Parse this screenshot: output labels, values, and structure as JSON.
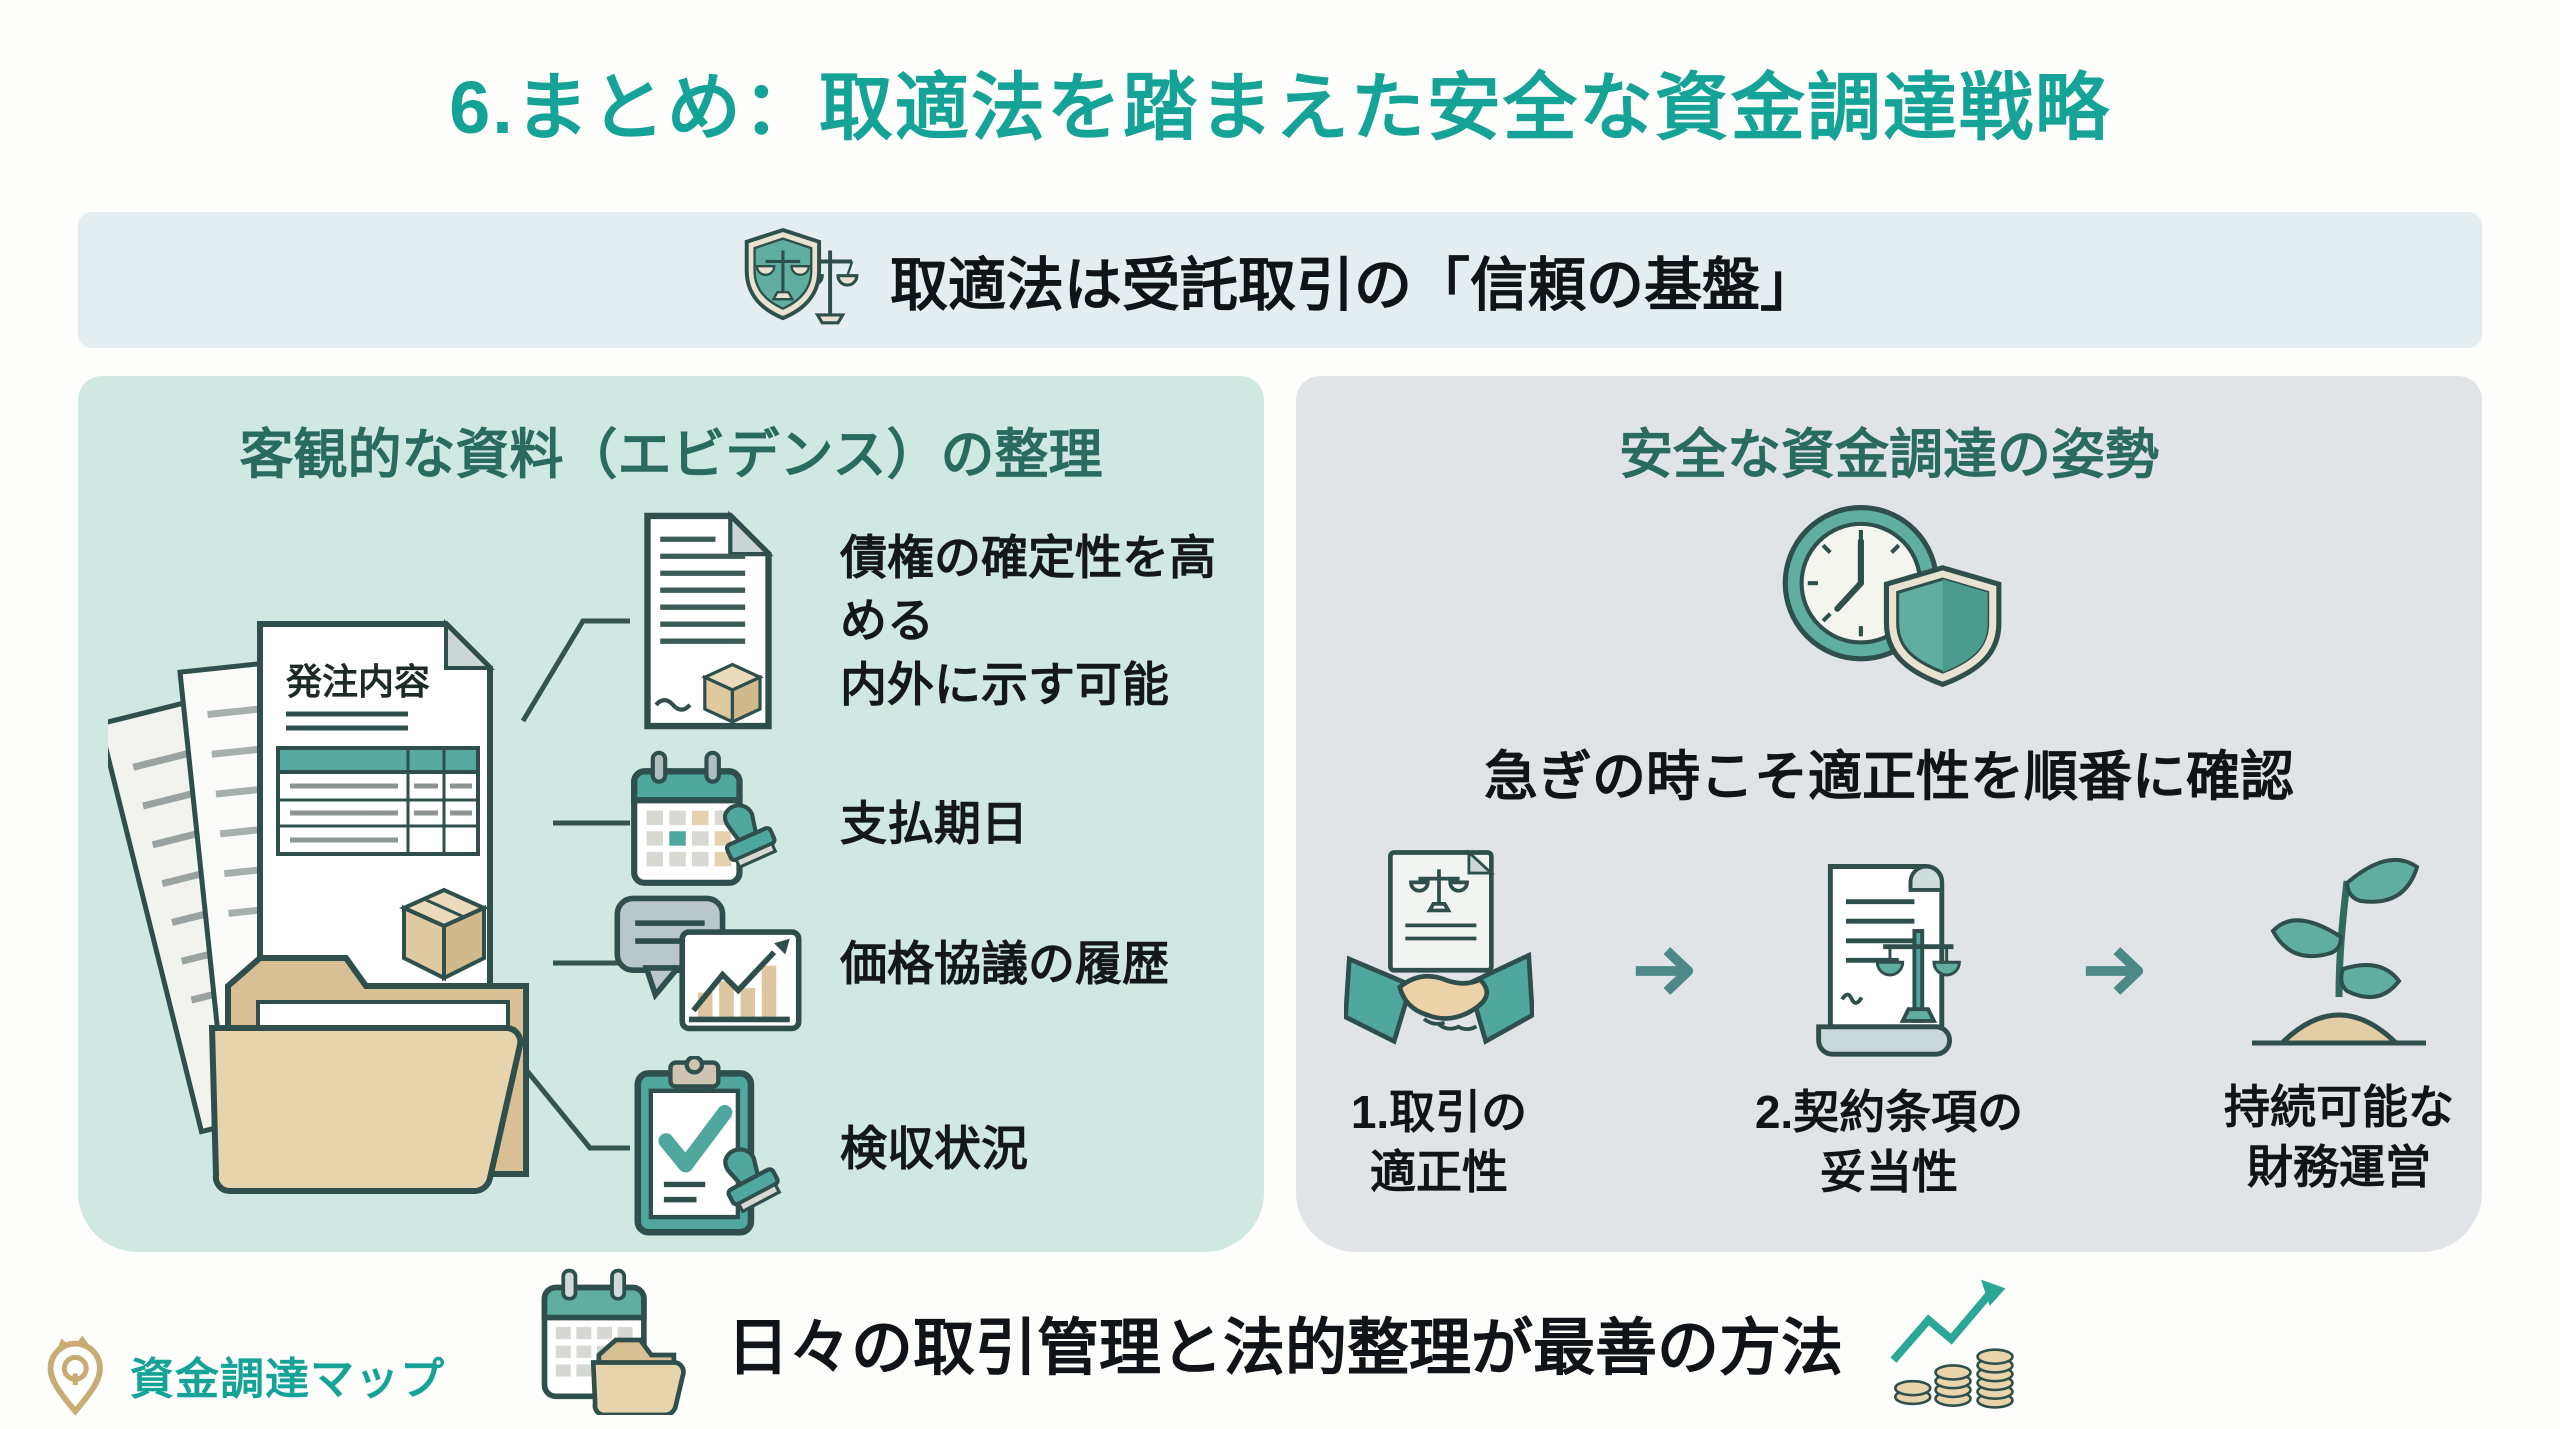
{
  "page": {
    "title": "6.まとめ：取適法を踏まえた安全な資金調達戦略"
  },
  "banner": {
    "icon": "shield-scales-icon",
    "text": "取適法は受託取引の「信頼の基盤」"
  },
  "left_panel": {
    "title": "客観的な資料（エビデンス）の整理",
    "illustration": "folder-documents-illustration",
    "document_label": "発注内容",
    "items": [
      {
        "icon": "document-box-icon",
        "text": "債権の確定性を高める\n内外に示す可能"
      },
      {
        "icon": "calendar-stamp-icon",
        "text": "支払期日"
      },
      {
        "icon": "chat-chart-icon",
        "text": "価格協議の履歴"
      },
      {
        "icon": "clipboard-check-stamp-icon",
        "text": "検収状況"
      }
    ]
  },
  "right_panel": {
    "title": "安全な資金調達の姿勢",
    "icon": "clock-shield-icon",
    "subtitle": "急ぎの時こそ適正性を順番に確認",
    "steps": [
      {
        "icon": "handshake-document-icon",
        "label": "1.取引の\n適正性"
      },
      {
        "icon": "contract-scales-icon",
        "label": "2.契約条項の\n妥当性"
      },
      {
        "icon": "plant-growth-icon",
        "label": "持続可能な\n財務運営"
      }
    ],
    "arrow_icon": "arrow-right-icon"
  },
  "footer": {
    "left_icon": "calendar-folder-icon",
    "text": "日々の取引管理と法的整理が最善の方法",
    "right_icon": "coins-growth-icon"
  },
  "logo": {
    "icon": "map-pin-crown-icon",
    "text": "資金調達マップ"
  },
  "colors": {
    "accent_teal": "#14a396",
    "dark_teal_heading": "#2a6b60",
    "panel_mint": "#cfe8e1",
    "panel_gray": "#e0e4e6",
    "banner_bg": "#e4eef0",
    "outline_dark": "#2e4f4b",
    "icon_teal": "#5fae9f",
    "tan": "#e2cda4",
    "text_black": "#101418",
    "logo_gold": "#c9ac74"
  }
}
